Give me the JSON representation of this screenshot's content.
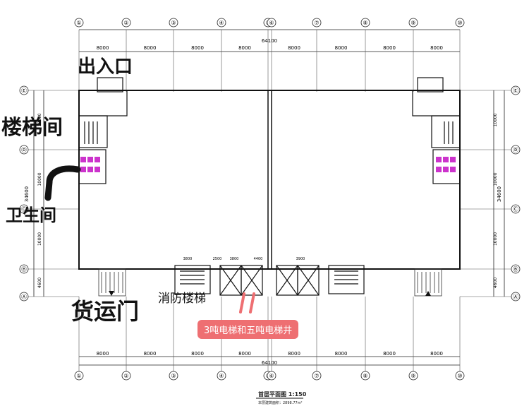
{
  "grid": {
    "columns": [
      "①",
      "②",
      "③",
      "④",
      "⑤",
      "⑥",
      "⑦",
      "⑧",
      "⑨",
      "⑩"
    ],
    "rows": [
      "Ⓔ",
      "Ⓓ",
      "Ⓒ",
      "Ⓑ",
      "Ⓐ"
    ],
    "bay_labels": [
      "8000",
      "8000",
      "8000",
      "8000",
      "8000",
      "8000",
      "8000",
      "8000"
    ],
    "total_width": "64100",
    "side_dims": [
      "10000",
      "10000",
      "10000",
      "4600"
    ],
    "total_depth": "34600"
  },
  "annotations": {
    "entrance": "出入口",
    "stairwell": "楼梯间",
    "toilet": "卫生间",
    "freight_door": "货运门",
    "fire_stair": "消防楼梯",
    "elevator_note": "3吨电梯和五吨电梯井"
  },
  "inner_dims": [
    "3800",
    "2500",
    "3800",
    "4400",
    "3900"
  ],
  "drawing_title": "首层平面图",
  "drawing_scale": "1:150",
  "drawing_subtitle": "本层建筑面积：2898.77m²",
  "colors": {
    "accent": "#ee6f72",
    "toilet": "#cc33cc"
  }
}
